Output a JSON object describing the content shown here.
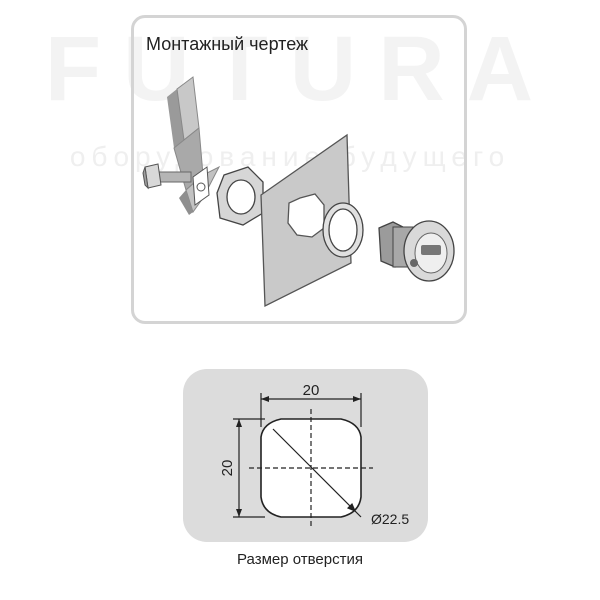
{
  "watermark": {
    "brand": "FUTURA",
    "slogan": "оборудование будущего"
  },
  "mounting_panel": {
    "title": "Монтажный чертеж"
  },
  "hole_panel": {
    "width_label": "20",
    "height_label": "20",
    "diameter_label": "Ø22.5",
    "caption": "Размер отверстия"
  },
  "colors": {
    "panel_border": "#d4d4d4",
    "hole_panel_bg": "#dcdcdc",
    "line": "#222222"
  }
}
